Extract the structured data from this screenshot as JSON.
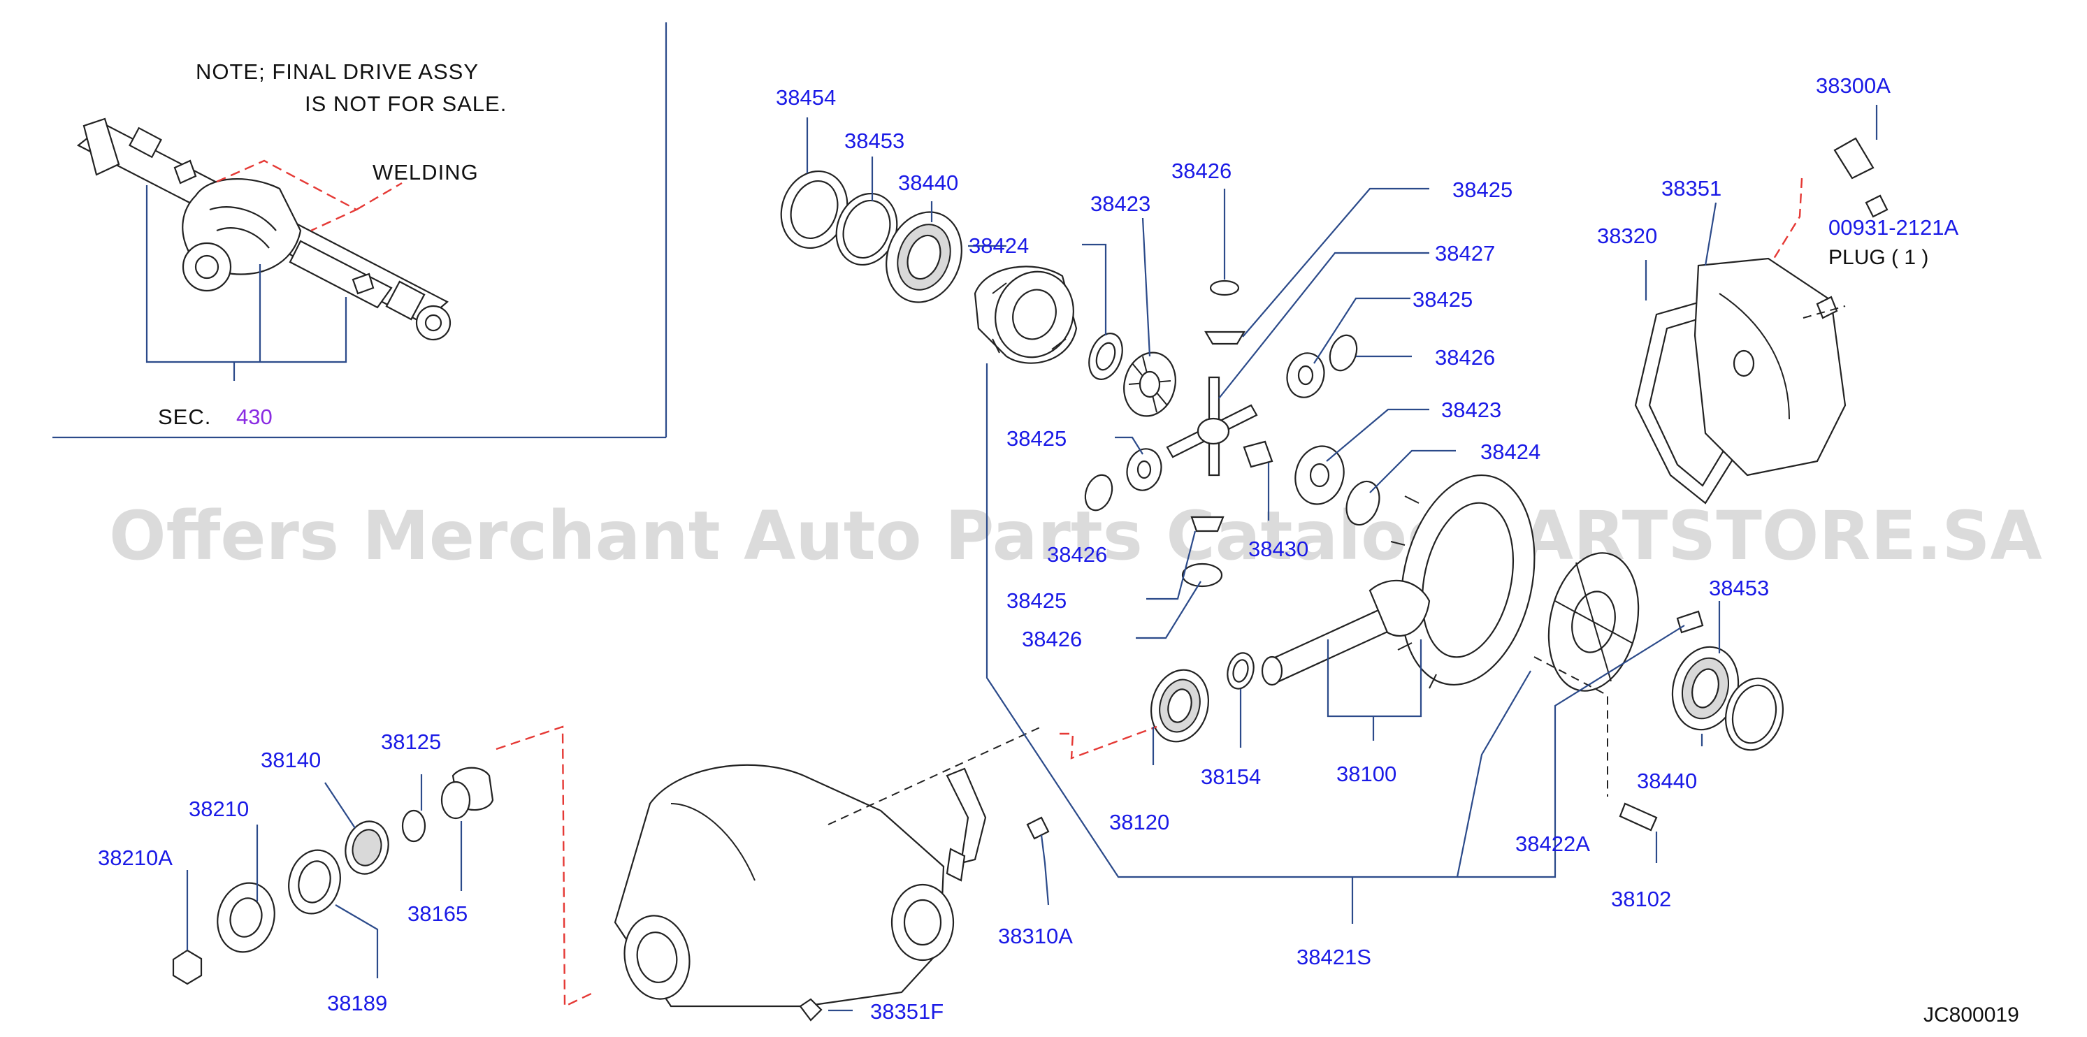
{
  "note": {
    "line1": "NOTE;  FINAL  DRIVE  ASSY",
    "line2": "IS  NOT  FOR  SALE.",
    "welding": "WELDING",
    "sec_prefix": "SEC.",
    "sec_ref": "430"
  },
  "labels": {
    "p38454": "38454",
    "p38453_top": "38453",
    "p38440_top": "38440",
    "p38424_top": "38424",
    "p38423_top": "38423",
    "p38426_top": "38426",
    "p38425_a": "38425",
    "p38427": "38427",
    "p38425_b": "38425",
    "p38426_b": "38426",
    "p38423_b": "38423",
    "p38424_b": "38424",
    "p38425_c": "38425",
    "p38426_c": "38426",
    "p38430": "38430",
    "p38425_d": "38425",
    "p38426_d": "38426",
    "p38300A": "38300A",
    "p38351": "38351",
    "p38320": "38320",
    "p00931": "00931-2121A",
    "plug": "PLUG  ( 1 )",
    "p38453_r": "38453",
    "p38440_r": "38440",
    "p38422A": "38422A",
    "p38102": "38102",
    "p38421S": "38421S",
    "p38100": "38100",
    "p38154": "38154",
    "p38120": "38120",
    "p38310A": "38310A",
    "p38351F": "38351F",
    "p38125": "38125",
    "p38140": "38140",
    "p38210": "38210",
    "p38210A": "38210A",
    "p38165": "38165",
    "p38189": "38189"
  },
  "watermark": "Offers Merchant Auto Parts Catalog PARTSTORE.SA",
  "diagram_code": "JC800019"
}
